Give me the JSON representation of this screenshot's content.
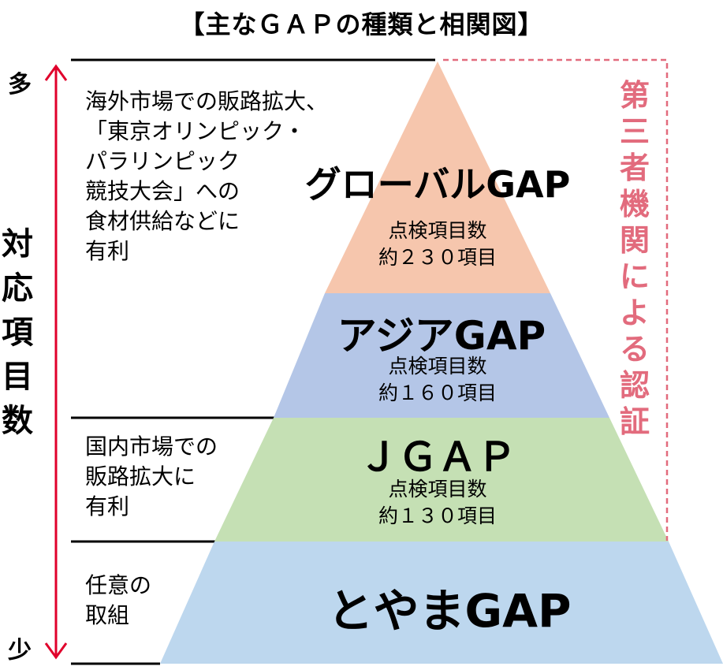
{
  "title": "【主なＧＡＰの種類と相関図】",
  "axis": {
    "top_label": "多",
    "bottom_label": "少",
    "label": [
      "対",
      "応",
      "項",
      "目",
      "数"
    ]
  },
  "notes": {
    "global": [
      "海外市場での販路拡大、",
      "「東京オリンピック・",
      "パラリンピック",
      "競技大会」への",
      "食材供給などに",
      "有利"
    ],
    "jgap": [
      "国内市場での",
      "販路拡大に",
      "有利"
    ],
    "toyama": [
      "任意の",
      "取組"
    ]
  },
  "tiers": [
    {
      "name": "グローバルGAP",
      "count_label": "点検項目数",
      "count": "約２３０項目",
      "color": "#f6c6ad"
    },
    {
      "name": "アジアGAP",
      "count_label": "点検項目数",
      "count": "約１６０項目",
      "color": "#b4c6e7"
    },
    {
      "name": "ＪＧＡＰ",
      "count_label": "点検項目数",
      "count": "約１３０項目",
      "color": "#c5e0b4"
    },
    {
      "name": "とやまGAP",
      "color": "#bdd7ee"
    }
  ],
  "third_party": [
    "第",
    "三",
    "者",
    "機",
    "関",
    "に",
    "よ",
    "る",
    "認",
    "証"
  ],
  "colors": {
    "arrow": "#e0002b",
    "dashed": "#e26b7d"
  }
}
